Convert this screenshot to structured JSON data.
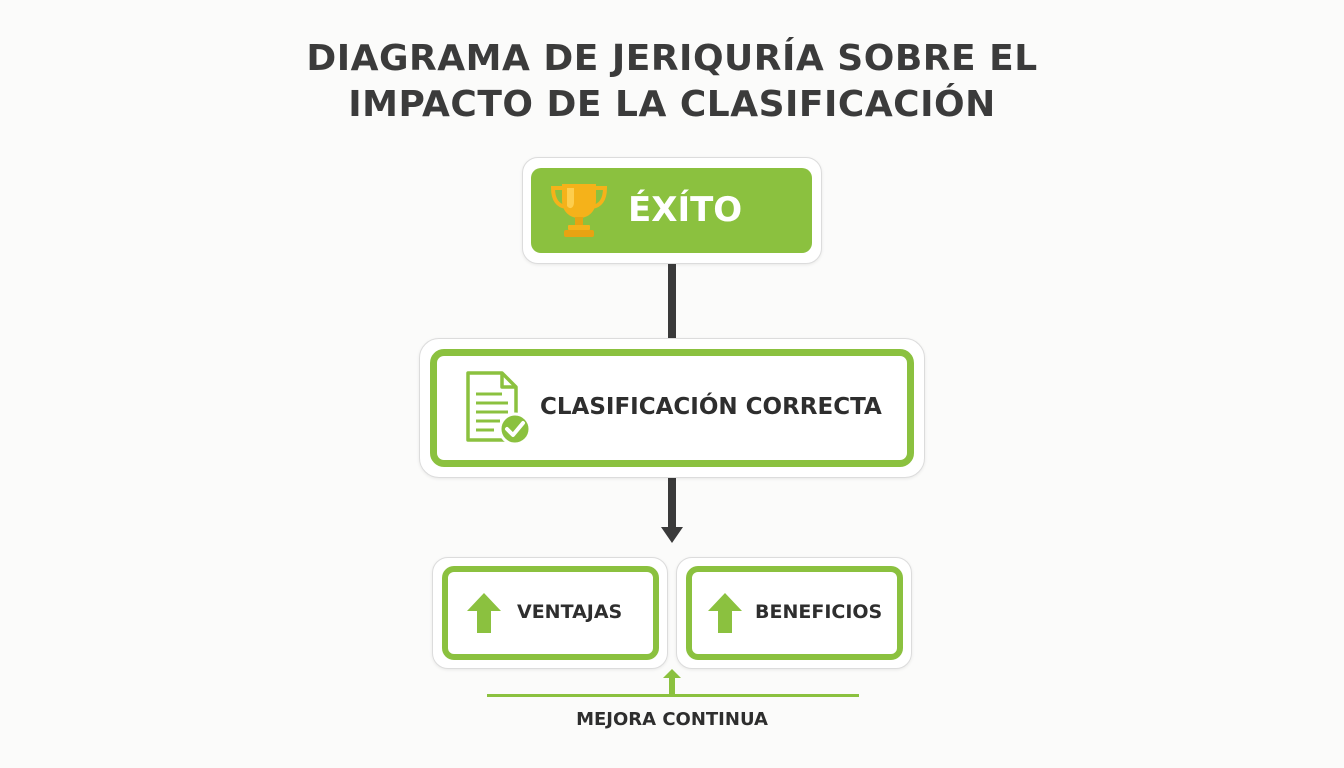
{
  "title": {
    "line1": "DIAGRAMA DE JERIQURÍA SOBRE EL",
    "line2": "IMPACTO DE LA CLASIFICACIÓN"
  },
  "nodes": {
    "success": {
      "label": "ÉXÍTO",
      "icon": "trophy-icon"
    },
    "classification": {
      "label": "CLASIFICACIÓN CORRECTA",
      "icon": "document-check-icon"
    },
    "advantages": {
      "label": "VENTAJAS",
      "icon": "arrow-up-icon"
    },
    "benefits": {
      "label": "BENEFICIOS",
      "icon": "arrow-up-icon"
    }
  },
  "footer": {
    "label": "MEJORA CONTINUA",
    "icon": "arrow-up-icon"
  },
  "colors": {
    "accent": "#8bc13f",
    "connector": "#3a3a3a",
    "trophy": "#f5b21a",
    "text": "#2e2e2e"
  }
}
